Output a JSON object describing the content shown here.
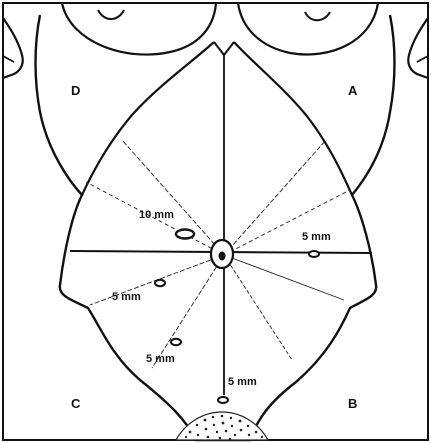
{
  "diagram": {
    "quadrants": {
      "upper_left": "D",
      "upper_right": "A",
      "lower_left": "C",
      "lower_right": "B"
    },
    "ports": [
      {
        "id": "port-10mm-left-upper",
        "label": "10 mm"
      },
      {
        "id": "port-5mm-right",
        "label": "5 mm"
      },
      {
        "id": "port-5mm-left-mid",
        "label": "5 mm"
      },
      {
        "id": "port-5mm-left-lower",
        "label": "5 mm"
      },
      {
        "id": "port-5mm-suprapubic",
        "label": "5 mm"
      }
    ]
  }
}
